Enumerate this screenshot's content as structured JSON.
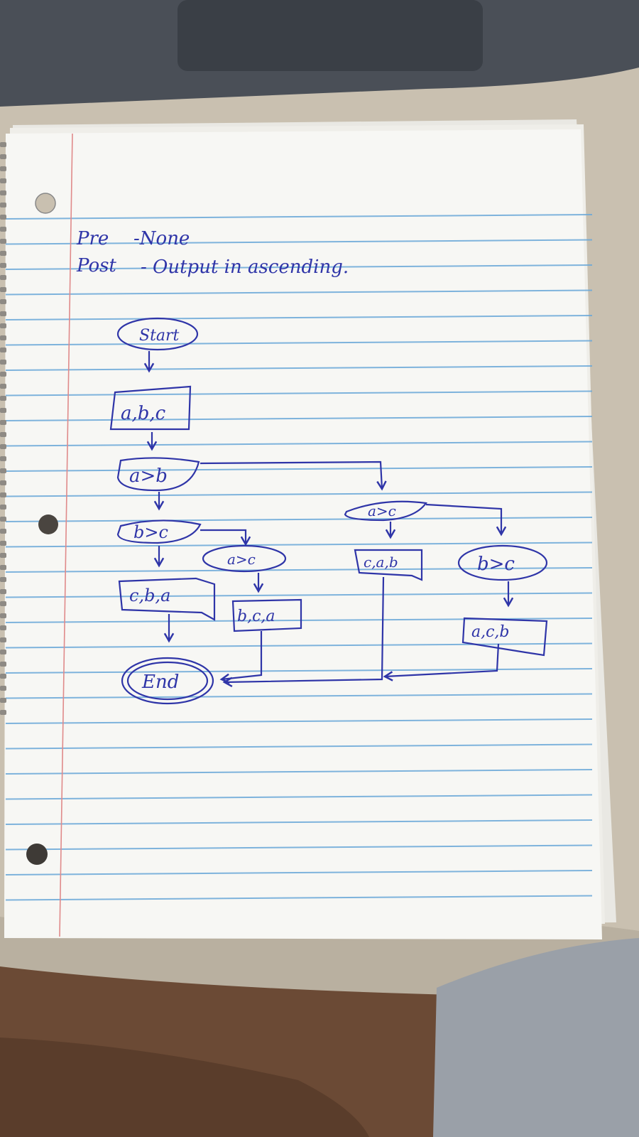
{
  "notes": {
    "pre_label": "Pre",
    "pre_value": "-None",
    "post_label": "Post",
    "post_value": "- Output in ascending."
  },
  "flowchart": {
    "start": "Start",
    "input": "a,b,c",
    "decision_a_gt_b": "a>b",
    "decision_b_gt_c_left": "b>c",
    "decision_a_gt_c_left": "a>c",
    "output_cba": "c,b,a",
    "output_bca": "b,c,a",
    "decision_a_gt_c_right": "a>c",
    "output_cab": "c,a,b",
    "decision_b_gt_c_right": "b>c",
    "output_acb": "a,c,b",
    "end": "End"
  },
  "colors": {
    "ink": "#2f35a8",
    "paper": "#f7f7f4",
    "rule": "#6aa8d8",
    "margin": "#e08a8a",
    "laptop": "#4a4f57",
    "fabric": "#c9c0b0",
    "skin": "#6b4a35",
    "sleeve": "#9aa0a8"
  }
}
